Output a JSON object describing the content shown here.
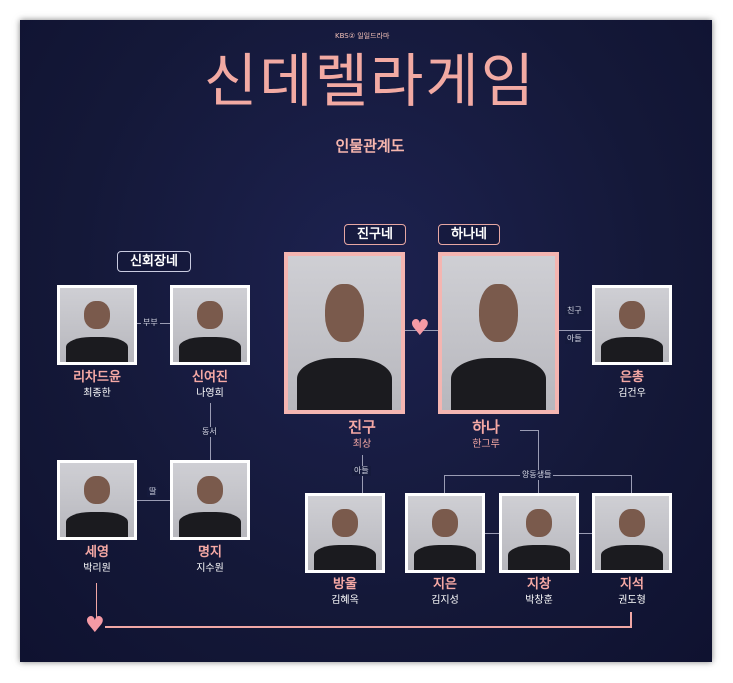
{
  "header": {
    "broadcaster": "KBS② 일일드라마",
    "title": "신데렐라게임",
    "subtitle": "인물관계도"
  },
  "groups": {
    "shin": "신회장네",
    "jingu": "진구네",
    "hana": "하나네"
  },
  "relations": {
    "spouse": "부부",
    "sister_in_law": "동서",
    "daughter": "딸",
    "son": "아들",
    "friend_son_1": "친구",
    "friend_son_2": "아들",
    "siblings": "양동생들"
  },
  "characters": {
    "richard": {
      "name": "리차드윤",
      "actor": "최종한"
    },
    "yeojin": {
      "name": "신여진",
      "actor": "나영희"
    },
    "seyoung": {
      "name": "세영",
      "actor": "박리원"
    },
    "myungji": {
      "name": "명지",
      "actor": "지수원"
    },
    "jingu": {
      "name": "진구",
      "actor": "최상"
    },
    "hana": {
      "name": "하나",
      "actor": "한그루"
    },
    "eunchong": {
      "name": "은총",
      "actor": "김건우"
    },
    "bangul": {
      "name": "방울",
      "actor": "김혜옥"
    },
    "jieun": {
      "name": "지은",
      "actor": "김지성"
    },
    "jichang": {
      "name": "지창",
      "actor": "박창훈"
    },
    "jiseok": {
      "name": "지석",
      "actor": "권도형"
    }
  },
  "colors": {
    "background": "#141838",
    "accent": "#f4b3b0",
    "name": "#f6a9a5"
  },
  "icons": [
    "heart-icon"
  ]
}
